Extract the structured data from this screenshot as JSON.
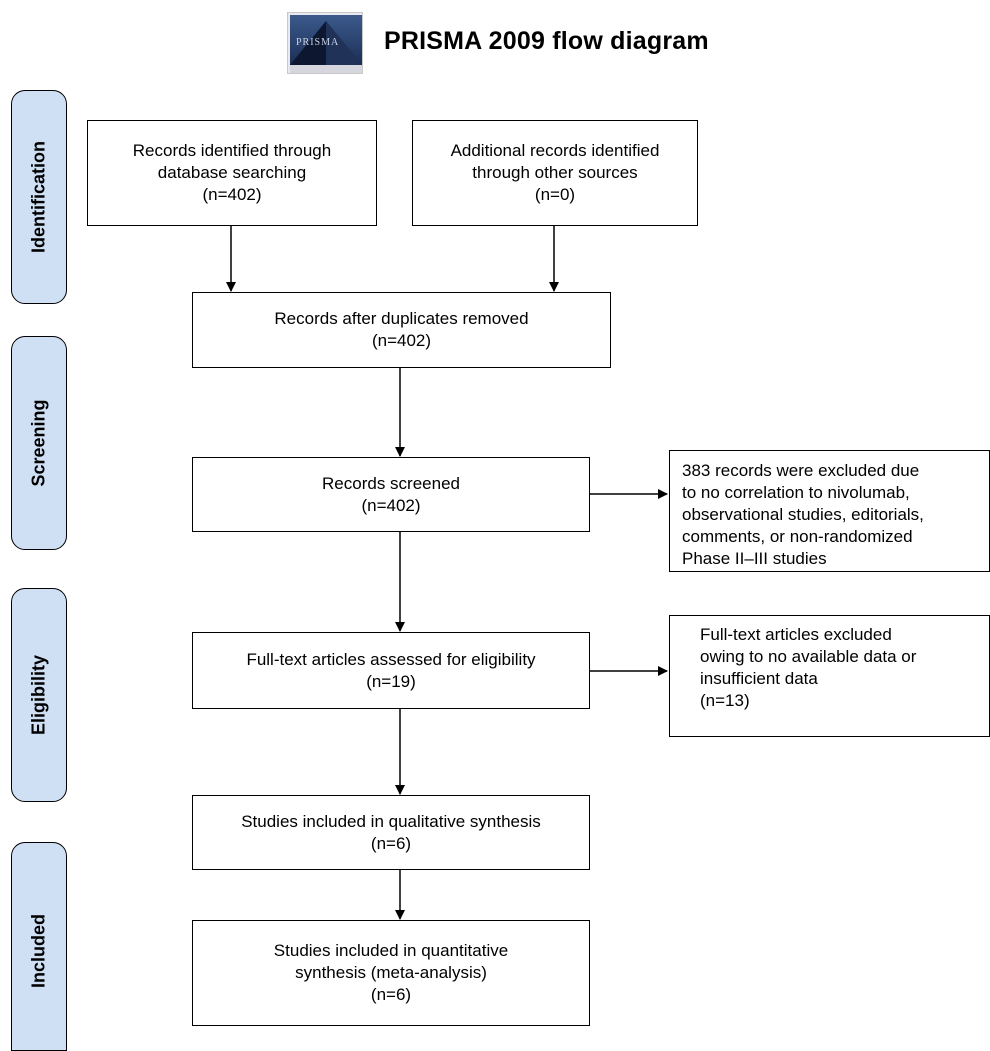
{
  "header": {
    "logo_text": "PRISMA",
    "title": "PRISMA 2009 flow diagram"
  },
  "phases": {
    "identification": "Identification",
    "screening": "Screening",
    "eligibility": "Eligibility",
    "included": "Included"
  },
  "boxes": {
    "database": {
      "lines": [
        "Records identified through",
        "database searching",
        "(n=402)"
      ]
    },
    "other_sources": {
      "lines": [
        "Additional records identified",
        "through other sources",
        "(n=0)"
      ]
    },
    "duplicates_removed": {
      "lines": [
        "Records after duplicates removed",
        "(n=402)"
      ]
    },
    "screened": {
      "lines": [
        "Records screened",
        "(n=402)"
      ]
    },
    "excluded_records": {
      "lines": [
        "383 records were excluded due",
        "to no correlation to nivolumab,",
        "observational studies, editorials,",
        "comments, or non-randomized",
        "Phase II–III studies"
      ]
    },
    "fulltext_assessed": {
      "lines": [
        "Full-text articles assessed for eligibility",
        "(n=19)"
      ]
    },
    "fulltext_excluded": {
      "lines": [
        "Full-text articles excluded",
        "owing to no available data or",
        "insufficient data",
        "(n=13)"
      ]
    },
    "qualitative": {
      "lines": [
        "Studies included in qualitative synthesis",
        "(n=6)"
      ]
    },
    "quantitative": {
      "lines": [
        "Studies included in quantitative",
        "synthesis (meta-analysis)",
        "(n=6)"
      ]
    }
  }
}
